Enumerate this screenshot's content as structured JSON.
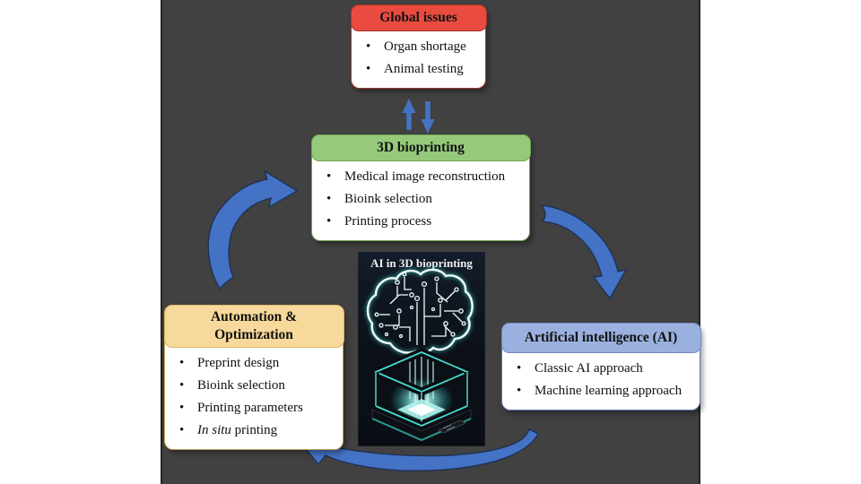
{
  "figure": {
    "background": "#414141",
    "border_color": "#252525",
    "arrow_color": "#4472C4",
    "arrow_outline": "#1A3055",
    "boxes": {
      "global_issues": {
        "title": "Global issues",
        "header_color": "#EA4B40",
        "border_color": "#A93428",
        "items": [
          "Organ shortage",
          "Animal testing"
        ]
      },
      "bioprinting": {
        "title": "3D bioprinting",
        "header_color": "#95CA7B",
        "border_color": "#6FA554",
        "items": [
          "Medical image reconstruction",
          "Bioink selection",
          "Printing process"
        ]
      },
      "automation": {
        "title_line1": "Automation &",
        "title_line2": "Optimization",
        "header_color": "#F7D99B",
        "border_color": "#DDB568",
        "items": [
          "Preprint design",
          "Bioink selection",
          "Printing parameters"
        ],
        "item4_italic": "In situ",
        "item4_rest": " printing"
      },
      "ai": {
        "title": "Artificial intelligence (AI)",
        "header_color": "#9AB1DF",
        "border_color": "#7289BD",
        "items": [
          "Classic AI approach",
          "Machine learning approach"
        ]
      }
    },
    "center_image": {
      "title": "AI in 3D bioprinting",
      "background": "#0d1420",
      "glow_color": "#49E0D8"
    }
  }
}
